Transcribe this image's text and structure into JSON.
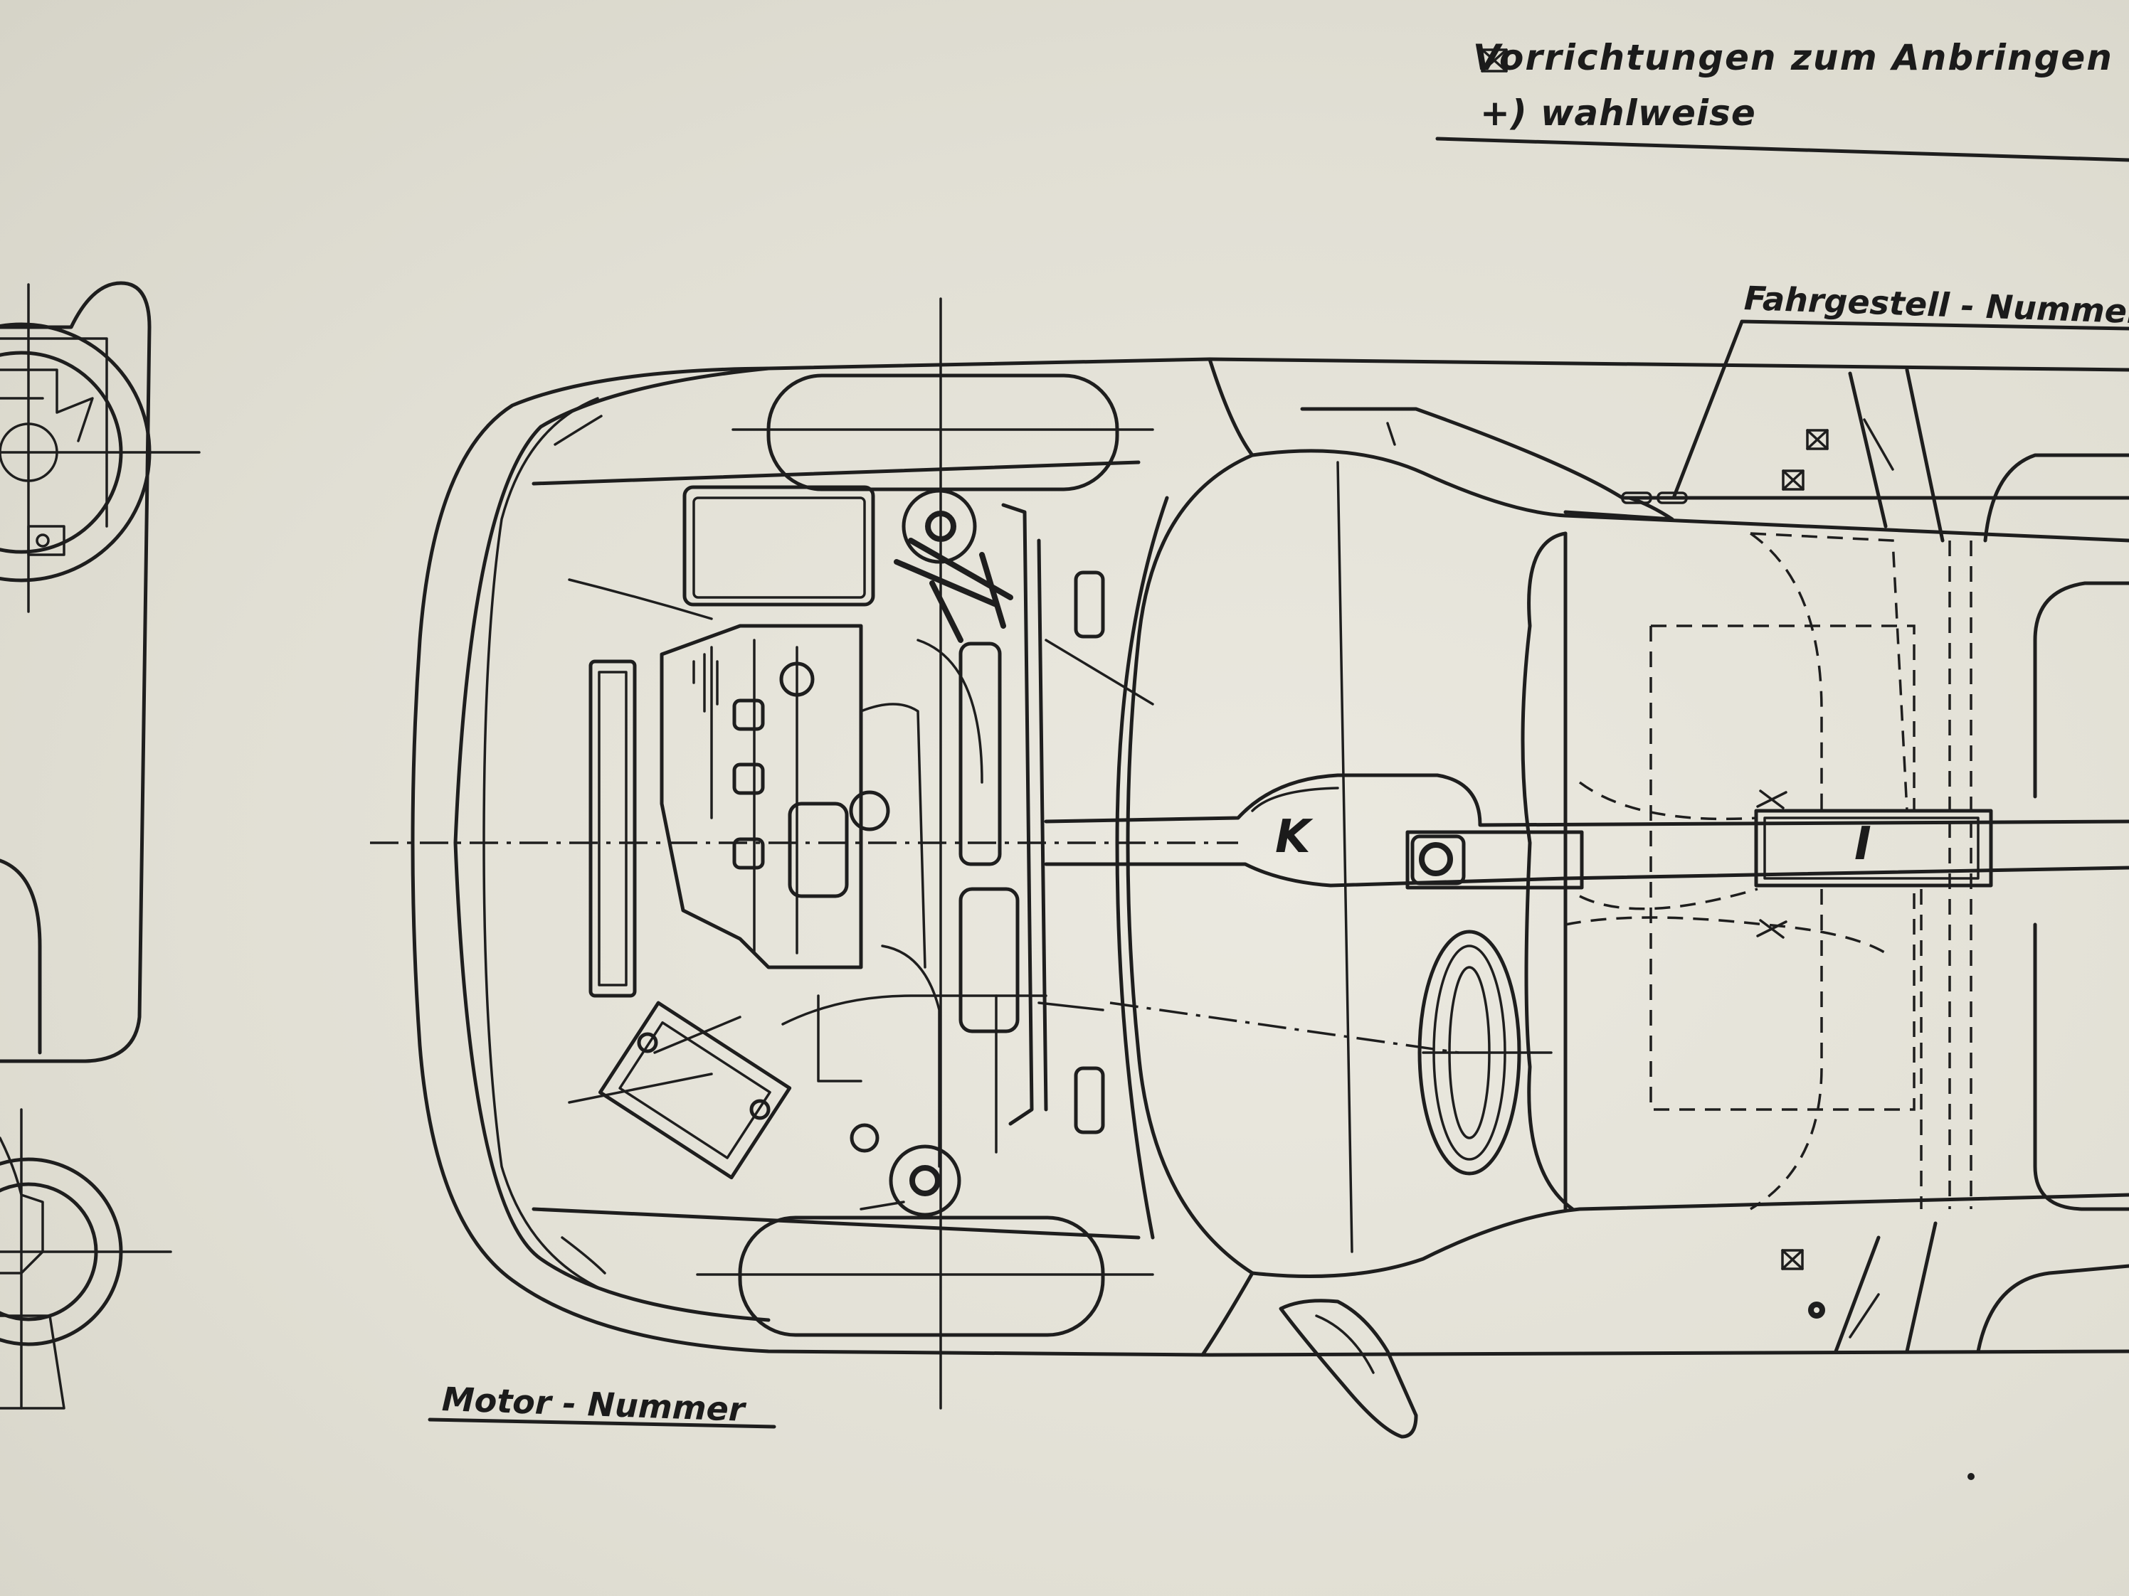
{
  "legend": {
    "marked_devices_text": "Vorrichtungen zum Anbringen",
    "optional_text": "+) wahlweise"
  },
  "labels": {
    "chassis_number": "Fahrgestell - Nummer",
    "engine_number": "Motor - Nummer",
    "mark_k": "K",
    "mark_i": "I"
  },
  "colors": {
    "paper": "#e4e2d8",
    "ink": "#1e1e1e"
  },
  "icons": {
    "legend_marker": "cross-box-icon",
    "mounting_point": "cross-box-icon"
  }
}
